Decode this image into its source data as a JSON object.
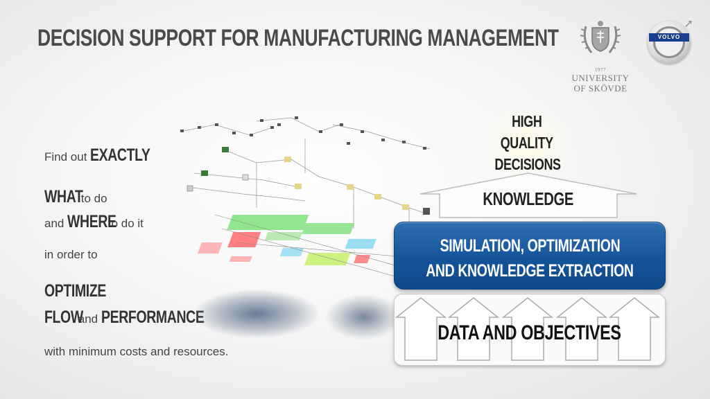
{
  "slide": {
    "title": "DECISION SUPPORT FOR MANUFACTURING MANAGEMENT"
  },
  "logos": {
    "university_line1": "UNIVERSITY",
    "university_line2": "OF SKÖVDE",
    "university_year": "1977",
    "volvo_text": "VOLVO"
  },
  "left_text": {
    "line1_prefix": "Find out",
    "line1_em": "EXACTLY",
    "line2_em": "WHAT",
    "line2_suffix": "to do",
    "line3_prefix": "and",
    "line3_em": "WHERE",
    "line3_suffix": "to do it",
    "line4": "in order to",
    "line5_em": "OPTIMIZE",
    "line6_em1": "FLOW",
    "line6_mid": "and",
    "line6_em2": "PERFORMANCE",
    "line7": "with minimum costs and resources."
  },
  "pyramid": {
    "top_line1": "HIGH",
    "top_line2": "QUALITY",
    "top_line3": "DECISIONS",
    "knowledge": "KNOWLEDGE",
    "sim_line1": "SIMULATION, OPTIMIZATION",
    "sim_line2": "AND KNOWLEDGE EXTRACTION",
    "data": "DATA AND OBJECTIVES"
  },
  "colors": {
    "sim_blue": "#15549a",
    "title_gray": "#4a4a4a"
  }
}
